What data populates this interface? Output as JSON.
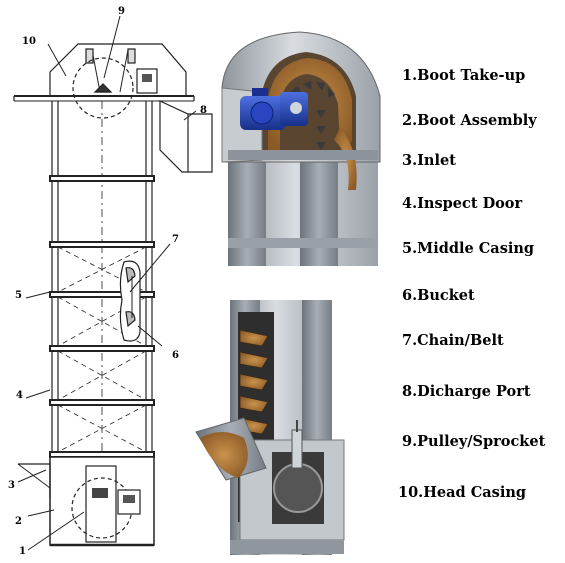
{
  "diagram": {
    "callouts": [
      "1",
      "2",
      "3",
      "4",
      "5",
      "6",
      "7",
      "8",
      "9",
      "10"
    ],
    "legend": [
      "1.Boot Take-up",
      "2.Boot Assembly",
      "3.Inlet",
      "4.Inspect Door",
      "5.Middle Casing",
      "6.Bucket",
      "7.Chain/Belt",
      "8.Dicharge Port",
      "9.Pulley/Sprocket",
      "10.Head Casing"
    ]
  },
  "colors": {
    "line": "#222222",
    "casing_steel": "#b9bec4",
    "casing_dark": "#7d848c",
    "motor_blue": "#1f3fb0",
    "grain": "#b07a3a"
  }
}
